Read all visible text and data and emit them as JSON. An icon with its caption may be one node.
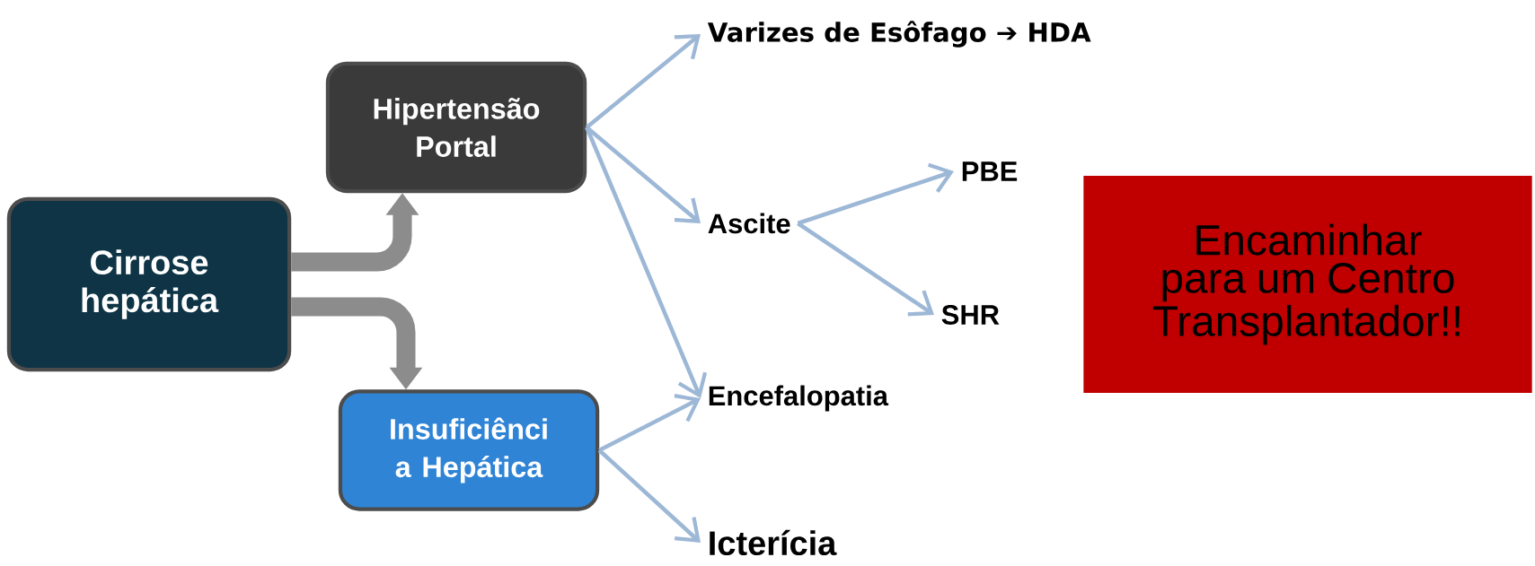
{
  "diagram": {
    "nodes": [
      {
        "text": [
          "Cirrose hepática"
        ]
      },
      {
        "text": [
          "Hipertensão Portal"
        ]
      },
      {
        "text": [
          "Insuficiênci a Hepática"
        ]
      },
      {
        "text": [
          "Varizes de Esôfago ➔ HDA"
        ]
      },
      {
        "text": [
          "Ascite"
        ]
      },
      {
        "text": [
          "PBE"
        ]
      },
      {
        "text": [
          "SHR"
        ]
      },
      {
        "text": [
          "Encefalopatia"
        ]
      },
      {
        "text": [
          "Icterícia"
        ]
      },
      {
        "text": [
          "Encaminhar para um Centro Transplantador!!"
        ]
      }
    ],
    "edges": [
      {
        "from": 0,
        "to": 1,
        "arrow": "to",
        "style": "thick",
        "color": "#8c8c8c"
      },
      {
        "from": 0,
        "to": 2,
        "arrow": "to",
        "style": "thick",
        "color": "#8c8c8c"
      },
      {
        "from": 1,
        "to": 3,
        "arrow": "to"
      },
      {
        "from": 1,
        "to": 4,
        "arrow": "to"
      },
      {
        "from": 1,
        "to": 7,
        "arrow": "to"
      },
      {
        "from": 4,
        "to": 5,
        "arrow": "to"
      },
      {
        "from": 4,
        "to": 6,
        "arrow": "to"
      },
      {
        "from": 2,
        "to": 7,
        "arrow": "to"
      },
      {
        "from": 2,
        "to": 8,
        "arrow": "to"
      }
    ]
  }
}
